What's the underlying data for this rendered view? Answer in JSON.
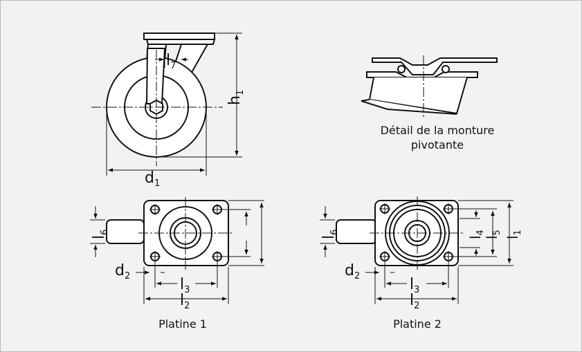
{
  "colors": {
    "background": "#f2f2f2",
    "line": "#111111",
    "fill": "#ffffff"
  },
  "captions": {
    "detail_line1": "Détail de la monture",
    "detail_line2": "pivotante",
    "plate1": "Platine 1",
    "plate2": "Platine 2"
  },
  "dims": {
    "d1": {
      "base": "d",
      "sub": "1"
    },
    "h1": {
      "base": "h",
      "sub": "1"
    },
    "l7": {
      "base": "l",
      "sub": "7"
    },
    "p1_l6": {
      "base": "l",
      "sub": "6"
    },
    "p1_d2": {
      "base": "d",
      "sub": "2"
    },
    "p1_l3": {
      "base": "l",
      "sub": "3"
    },
    "p1_l2": {
      "base": "l",
      "sub": "2"
    },
    "p2_l6": {
      "base": "l",
      "sub": "6"
    },
    "p2_d2": {
      "base": "d",
      "sub": "2"
    },
    "p2_l3": {
      "base": "l",
      "sub": "3"
    },
    "p2_l2": {
      "base": "l",
      "sub": "2"
    },
    "p2_l4": {
      "base": "l",
      "sub": "4"
    },
    "p2_l5": {
      "base": "l",
      "sub": "5"
    },
    "p2_l1": {
      "base": "l",
      "sub": "1"
    }
  }
}
